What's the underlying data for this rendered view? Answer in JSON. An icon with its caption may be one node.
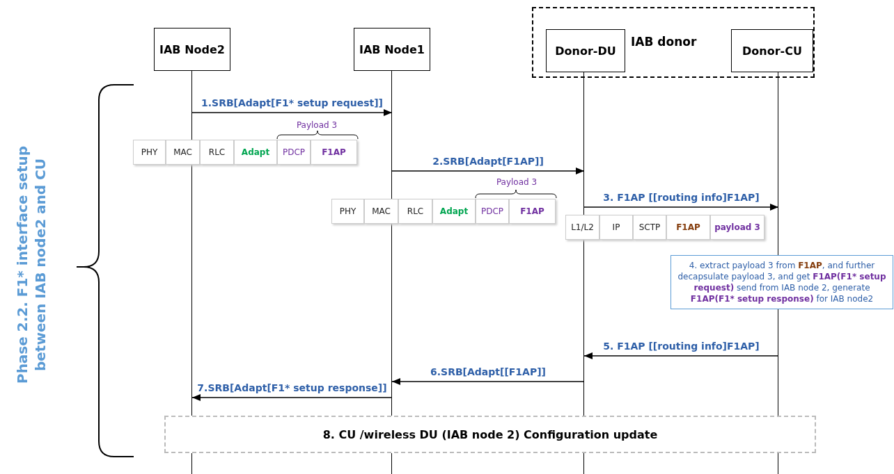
{
  "diagram": {
    "nodes": [
      {
        "text": [
          "IAB Node2"
        ]
      },
      {
        "text": [
          "IAB Node1"
        ]
      },
      {
        "text": [
          "IAB donor"
        ]
      },
      {
        "text": [
          "Donor-DU"
        ],
        "in": 2
      },
      {
        "text": [
          "Donor-CU"
        ],
        "in": 2
      },
      {
        "text": [],
        "shape": "line"
      },
      {
        "text": [],
        "shape": "line"
      },
      {
        "text": [],
        "shape": "line"
      },
      {
        "text": [],
        "shape": "line"
      },
      {
        "text": [
          "PHY"
        ]
      },
      {
        "text": [
          "MAC"
        ]
      },
      {
        "text": [
          "RLC"
        ]
      },
      {
        "text": [
          "Adapt"
        ]
      },
      {
        "text": [
          "PDCP"
        ]
      },
      {
        "text": [
          "F1AP"
        ]
      },
      {
        "text": [
          "PHY"
        ]
      },
      {
        "text": [
          "MAC"
        ]
      },
      {
        "text": [
          "RLC"
        ]
      },
      {
        "text": [
          "Adapt"
        ]
      },
      {
        "text": [
          "PDCP"
        ]
      },
      {
        "text": [
          "F1AP"
        ]
      },
      {
        "text": [
          "L1/L2"
        ]
      },
      {
        "text": [
          "IP"
        ]
      },
      {
        "text": [
          "SCTP"
        ]
      },
      {
        "text": [
          "F1AP"
        ]
      },
      {
        "text": [
          "payload 3"
        ]
      },
      {
        "text": [
          "4.  extract payload 3 from **F1AP**,  and further decapsulate payload 3, and get **F1AP(F1* setup request)** send from IAB node 2, generate **F1AP(F1* setup response)** for IAB node2"
        ]
      },
      {
        "text": [
          "8. CU /wireless DU (IAB node 2) Configuration update"
        ]
      }
    ],
    "edges": [
      {
        "from": 5,
        "to": 6,
        "arrow": "to",
        "label": "1.SRB[Adapt[F1* setup request]]"
      },
      {
        "from": 6,
        "to": 7,
        "arrow": "to",
        "label": "2.SRB[Adapt[F1AP]]"
      },
      {
        "from": 7,
        "to": 8,
        "arrow": "to",
        "label": "3.  F1AP [[routing info]F1AP]"
      },
      {
        "from": 8,
        "to": 7,
        "arrow": "to",
        "label": "5.  F1AP [[routing info]F1AP]"
      },
      {
        "from": 7,
        "to": 6,
        "arrow": "to",
        "label": "6.SRB[Adapt[[F1AP]]"
      },
      {
        "from": 6,
        "to": 5,
        "arrow": "to",
        "label": "7.SRB[Adapt[F1* setup response]]"
      }
    ],
    "labels": [
      "Payload 3",
      "Payload 3",
      "Phase 2.2. F1* interface setup between IAB node2 and CU"
    ]
  }
}
